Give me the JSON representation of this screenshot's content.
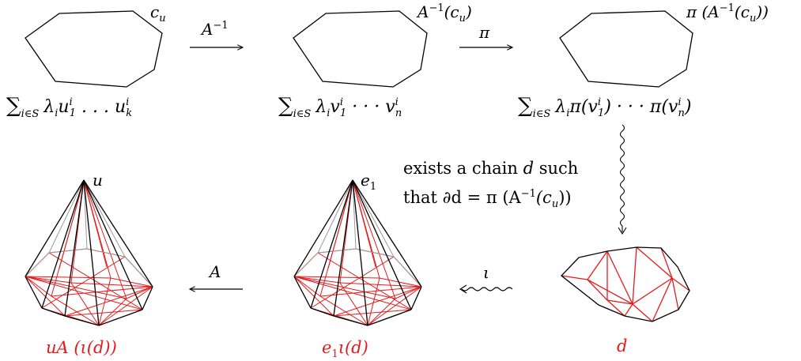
{
  "colors": {
    "ink": "#000000",
    "highlight": "#e41a1c",
    "hidden_edge": "#9a9a9a"
  },
  "top_row": {
    "p1_corner": "c",
    "p1_corner_sub": "u",
    "p1_sum_sub": "i∈S",
    "p1_sum_body": "λ",
    "p1_sum_tail": "u",
    "p2_corner": "A",
    "p2_corner_sup": "−1",
    "p2_corner_arg": "(c",
    "p2_corner_arg_sub": "u",
    "p2_sum_sub": "i∈S",
    "p2_sum_body": "λ",
    "p2_sum_tail": "v",
    "p3_corner": "π (A",
    "p3_corner_sup": "−1",
    "p3_corner_arg": "(c",
    "p3_corner_arg_sub": "u",
    "p3_sum_sub": "i∈S",
    "p3_sum_body": "λ",
    "p3_sum_tail": "π(v"
  },
  "arrows": {
    "a1_label": "A",
    "a1_sup": "−1",
    "a2_label": "π",
    "a3_label": "ι",
    "a4_label": "A"
  },
  "middle": {
    "line1": "exists a chain",
    "line1_var": "d",
    "line1_end": "such",
    "line2": "that ∂d = π (A",
    "line2_sup": "−1",
    "line2_end": "(c",
    "line2_sub": "u"
  },
  "bottom_row": {
    "cone1_apex": "u",
    "cone1_label": "uA (ι(d))",
    "cone2_apex": "e",
    "cone2_apex_sub": "1",
    "cone2_label": "e",
    "cone2_label_sub": "1",
    "cone2_label_tail": "ι(d)",
    "chain_label": "d"
  }
}
